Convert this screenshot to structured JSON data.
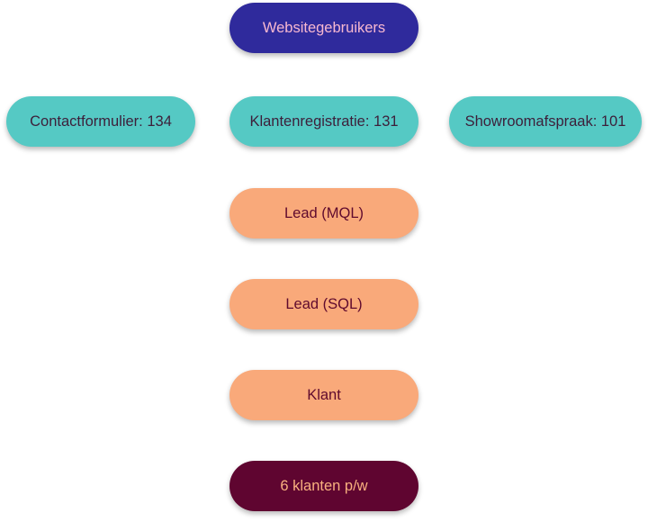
{
  "colors": {
    "top_bg": "#2f2a9c",
    "top_text": "#f7b8d0",
    "teal_bg": "#55c9c4",
    "teal_text": "#3d1f3a",
    "orange_bg": "#f9a97a",
    "orange_text": "#5f0a2e",
    "result_bg": "#5f0530",
    "result_text": "#f9b27f"
  },
  "diagram": {
    "top": "Websitegebruikers",
    "sources": [
      "Contactformulier: 134",
      "Klantenregistratie: 131",
      "Showroomafspraak: 101"
    ],
    "stages": [
      "Lead (MQL)",
      "Lead (SQL)",
      "Klant"
    ],
    "result": "6 klanten p/w"
  }
}
